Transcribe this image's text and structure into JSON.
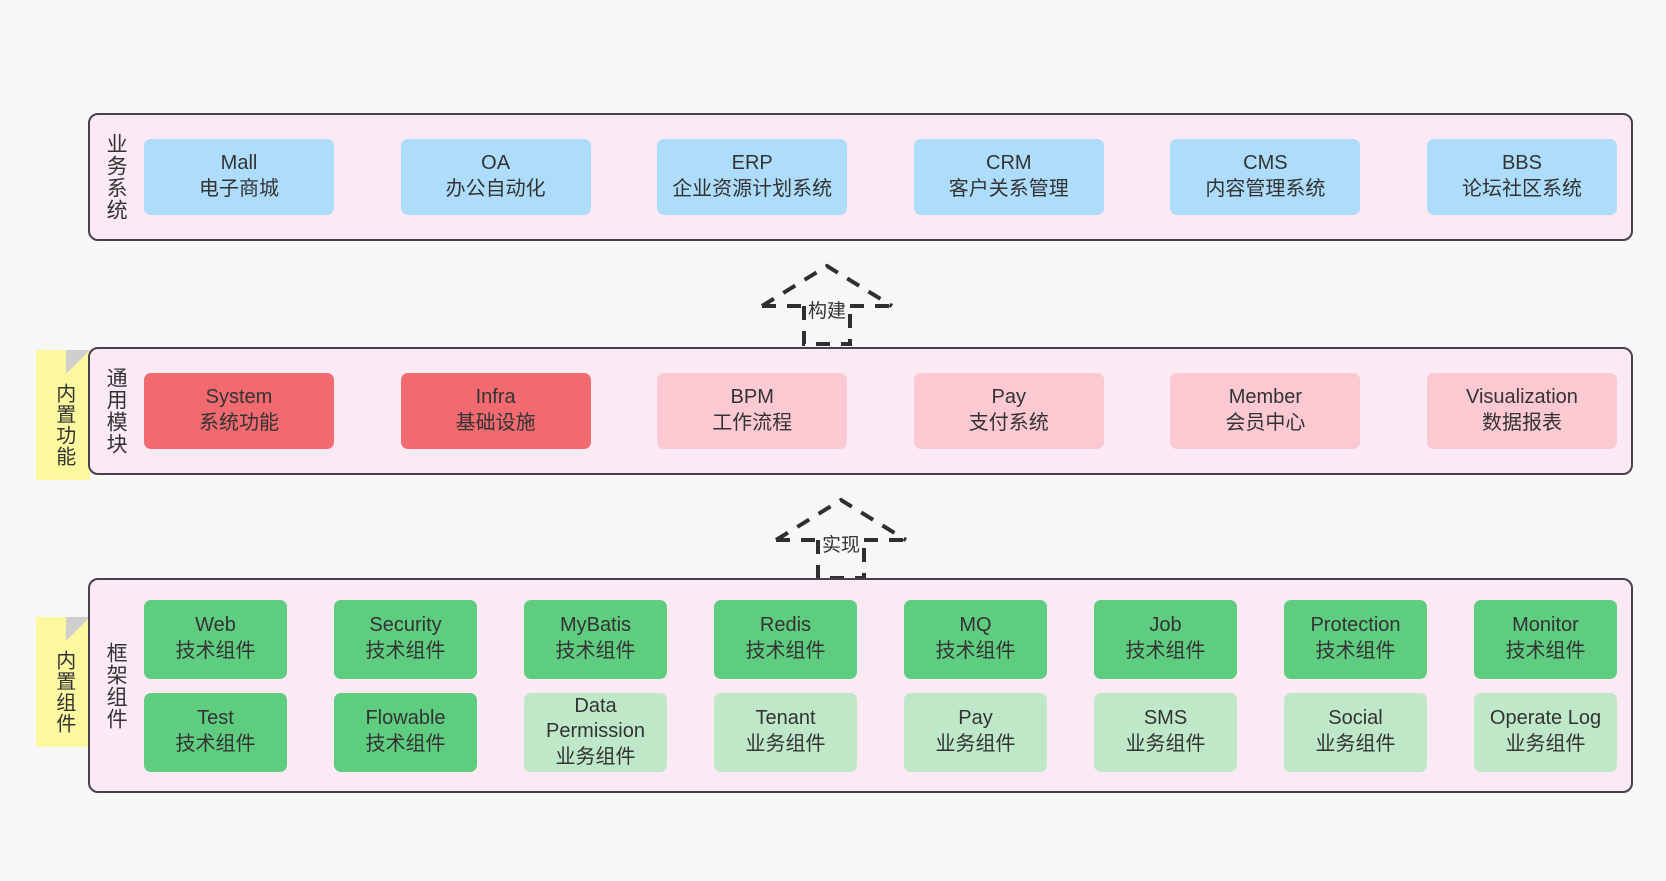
{
  "canvas": {
    "background": "#f7f7f7",
    "panel_fill": "#fbeaf4",
    "panel_border": "#47414b",
    "note_fill": "#fbf8a0"
  },
  "layers": [
    {
      "id": "business-system",
      "title": "业务系统",
      "note": null,
      "rows": [
        {
          "nodes": [
            {
              "en": "Mall",
              "cn": "电子商城",
              "color": "#aedcfb",
              "swatch": "c-blue"
            },
            {
              "en": "OA",
              "cn": "办公自动化",
              "color": "#aedcfb",
              "swatch": "c-blue"
            },
            {
              "en": "ERP",
              "cn": "企业资源计划系统",
              "color": "#aedcfb",
              "swatch": "c-blue"
            },
            {
              "en": "CRM",
              "cn": "客户关系管理",
              "color": "#aedcfb",
              "swatch": "c-blue"
            },
            {
              "en": "CMS",
              "cn": "内容管理系统",
              "color": "#aedcfb",
              "swatch": "c-blue"
            },
            {
              "en": "BBS",
              "cn": "论坛社区系统",
              "color": "#aedcfb",
              "swatch": "c-blue"
            }
          ]
        }
      ]
    },
    {
      "id": "common-module",
      "title": "通用模块",
      "note": "内置功能",
      "rows": [
        {
          "nodes": [
            {
              "en": "System",
              "cn": "系统功能",
              "color": "#f16a6f",
              "swatch": "c-red"
            },
            {
              "en": "Infra",
              "cn": "基础设施",
              "color": "#f16a6f",
              "swatch": "c-red"
            },
            {
              "en": "BPM",
              "cn": "工作流程",
              "color": "#fbc9d2",
              "swatch": "c-pink"
            },
            {
              "en": "Pay",
              "cn": "支付系统",
              "color": "#fbc9d2",
              "swatch": "c-pink"
            },
            {
              "en": "Member",
              "cn": "会员中心",
              "color": "#fbc9d2",
              "swatch": "c-pink"
            },
            {
              "en": "Visualization",
              "cn": "数据报表",
              "color": "#fbc9d2",
              "swatch": "c-pink"
            }
          ]
        }
      ]
    },
    {
      "id": "framework-component",
      "title": "框架组件",
      "note": "内置组件",
      "rows": [
        {
          "nodes": [
            {
              "en": "Web",
              "cn": "技术组件",
              "color": "#5fcd80",
              "swatch": "c-green"
            },
            {
              "en": "Security",
              "cn": "技术组件",
              "color": "#5fcd80",
              "swatch": "c-green"
            },
            {
              "en": "MyBatis",
              "cn": "技术组件",
              "color": "#5fcd80",
              "swatch": "c-green"
            },
            {
              "en": "Redis",
              "cn": "技术组件",
              "color": "#5fcd80",
              "swatch": "c-green"
            },
            {
              "en": "MQ",
              "cn": "技术组件",
              "color": "#5fcd80",
              "swatch": "c-green"
            },
            {
              "en": "Job",
              "cn": "技术组件",
              "color": "#5fcd80",
              "swatch": "c-green"
            },
            {
              "en": "Protection",
              "cn": "技术组件",
              "color": "#5fcd80",
              "swatch": "c-green"
            },
            {
              "en": "Monitor",
              "cn": "技术组件",
              "color": "#5fcd80",
              "swatch": "c-green"
            }
          ]
        },
        {
          "nodes": [
            {
              "en": "Test",
              "cn": "技术组件",
              "color": "#5fcd80",
              "swatch": "c-green"
            },
            {
              "en": "Flowable",
              "cn": "技术组件",
              "color": "#5fcd80",
              "swatch": "c-green"
            },
            {
              "en": "Data Permission",
              "cn": "业务组件",
              "color": "#bfe8c9",
              "swatch": "c-lightgreen"
            },
            {
              "en": "Tenant",
              "cn": "业务组件",
              "color": "#bfe8c9",
              "swatch": "c-lightgreen"
            },
            {
              "en": "Pay",
              "cn": "业务组件",
              "color": "#bfe8c9",
              "swatch": "c-lightgreen"
            },
            {
              "en": "SMS",
              "cn": "业务组件",
              "color": "#bfe8c9",
              "swatch": "c-lightgreen"
            },
            {
              "en": "Social",
              "cn": "业务组件",
              "color": "#bfe8c9",
              "swatch": "c-lightgreen"
            },
            {
              "en": "Operate Log",
              "cn": "业务组件",
              "color": "#bfe8c9",
              "swatch": "c-lightgreen"
            }
          ]
        }
      ]
    }
  ],
  "arrows": [
    {
      "id": "build-arrow",
      "label": "构建",
      "from": "common-module",
      "to": "business-system"
    },
    {
      "id": "implement-arrow",
      "label": "实现",
      "from": "framework-component",
      "to": "common-module"
    }
  ]
}
